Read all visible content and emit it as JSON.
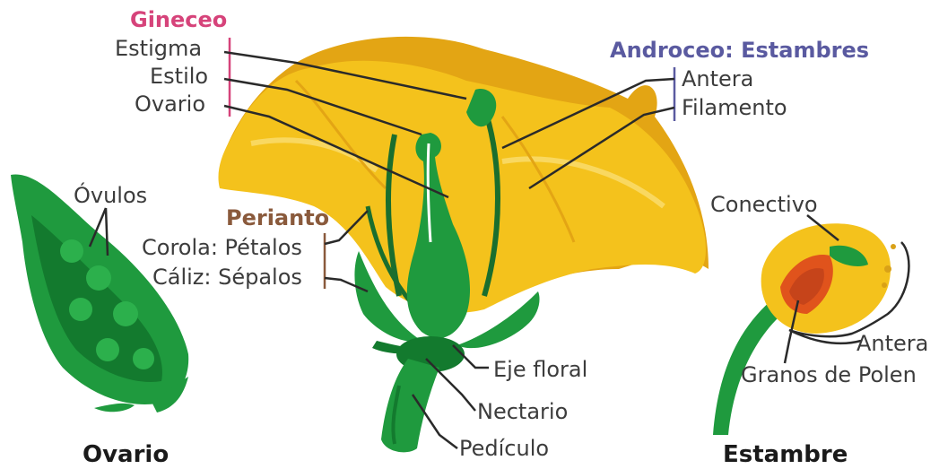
{
  "colors": {
    "gynoecium": "#d6437a",
    "androecium": "#5a5aa0",
    "perianth": "#8a5a3c",
    "text": "#3c3c3c",
    "petal": "#f4c21c",
    "petal_dark": "#e3a514",
    "green": "#1f9a3e",
    "green_dark": "#137a2e"
  },
  "gineceo": {
    "title": "Gineceo",
    "estigma": "Estigma",
    "estilo": "Estilo",
    "ovario": "Ovario"
  },
  "androceo": {
    "title": "Androceo: Estambres",
    "antera": "Antera",
    "filamento": "Filamento"
  },
  "perianto": {
    "title": "Perianto",
    "corola": "Corola: Pétalos",
    "caliz": "Cáliz: Sépalos"
  },
  "ovules_label": "Óvulos",
  "eje_floral": "Eje floral",
  "nectario": "Nectario",
  "pediculo": "Pedículo",
  "conectivo": "Conectivo",
  "antera_detail": "Antera",
  "granos_polen": "Granos de Polen",
  "captions": {
    "ovario": "Ovario",
    "estambre": "Estambre"
  },
  "icons": [
    "flower-illustration",
    "ovary-illustration",
    "stamen-illustration"
  ]
}
